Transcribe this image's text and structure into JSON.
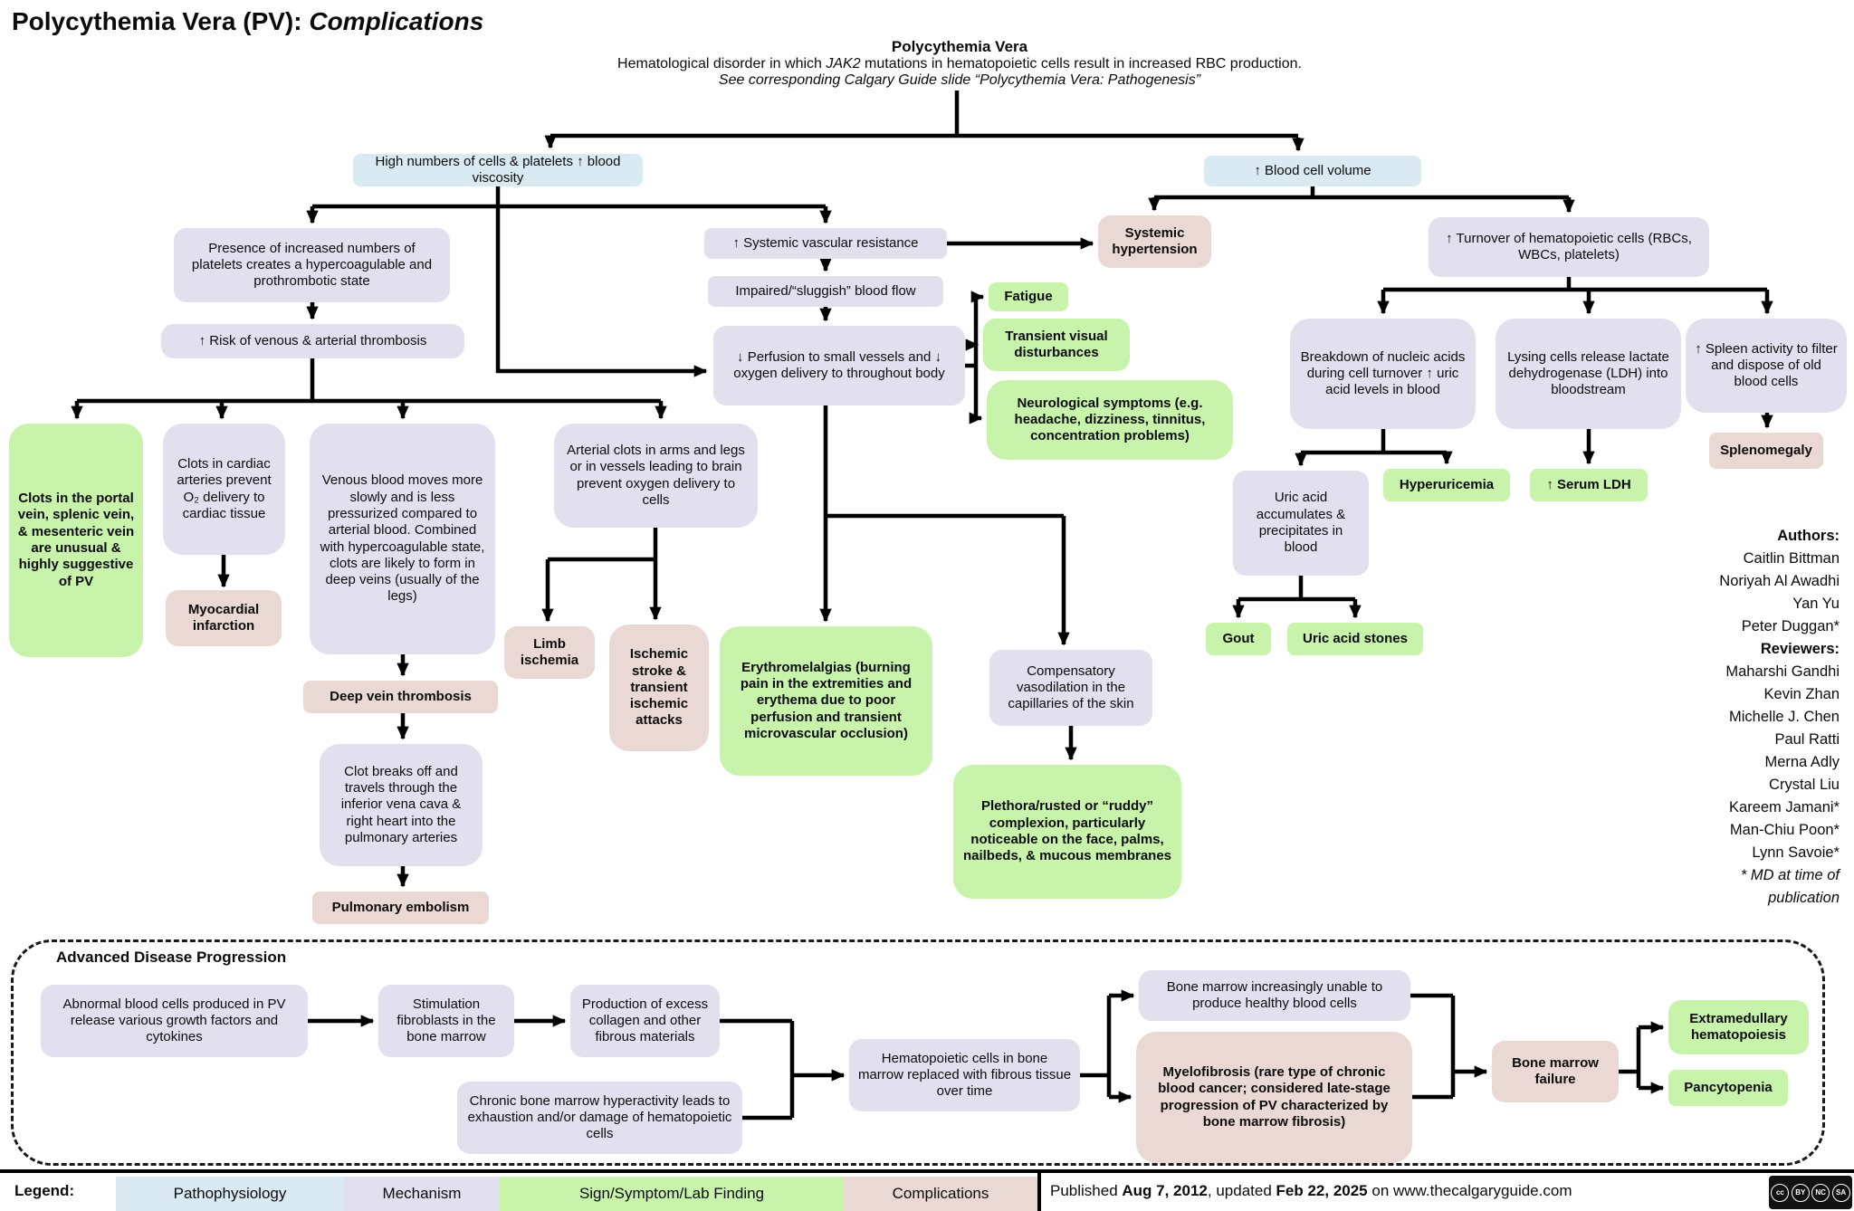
{
  "title": {
    "main": "Polycythemia Vera (PV): ",
    "emph": "Complications"
  },
  "header": {
    "heading": "Polycythemia Vera",
    "desc_pre": "Hematological disorder in which ",
    "desc_gene": "JAK2",
    "desc_post": " mutations in hematopoietic cells result in increased RBC production.",
    "note": "See corresponding Calgary Guide slide “Polycythemia Vera: Pathogenesis”"
  },
  "colors": {
    "pathophysiology": "#daeaf3",
    "mechanism": "#e2dfee",
    "sign_symptom_lab_finding": "#c7f3ab",
    "complications": "#e9d8d4",
    "line": "#000000"
  },
  "nodes": {
    "high_numbers": {
      "label": "High numbers of cells & platelets ↑ blood viscosity"
    },
    "blood_volume": {
      "label": "↑ Blood cell volume"
    },
    "presence": {
      "label": "Presence of increased numbers of platelets creates a hypercoagulable and prothrombotic state"
    },
    "risk": {
      "label": "↑ Risk of venous & arterial thrombosis"
    },
    "clots_portal": {
      "label": "Clots in the portal vein, splenic vein, & mesenteric vein are unusual & highly suggestive of PV"
    },
    "clots_cardiac": {
      "label": "Clots in cardiac arteries prevent O₂ delivery to cardiac tissue"
    },
    "mi": {
      "label": "Myocardial infarction"
    },
    "venous_blood": {
      "label": "Venous blood moves more slowly and is less pressurized compared to arterial blood. Combined with hypercoagulable state, clots are likely to form in deep veins (usually of the legs)"
    },
    "dvt": {
      "label": "Deep vein thrombosis"
    },
    "clot_breaks": {
      "label": "Clot breaks off and travels through the inferior vena cava & right heart into the pulmonary arteries"
    },
    "pe": {
      "label": "Pulmonary embolism"
    },
    "arterial": {
      "label": "Arterial clots in arms and legs or in vessels leading to brain prevent oxygen delivery to cells"
    },
    "limb": {
      "label": "Limb ischemia"
    },
    "stroke": {
      "label": "Ischemic stroke & transient ischemic attacks"
    },
    "erythro": {
      "label": "Erythromelalgias (burning pain in the extremities and erythema due to poor perfusion and transient microvascular occlusion)"
    },
    "svr": {
      "label": "↑ Systemic vascular resistance"
    },
    "impaired": {
      "label": "Impaired/“sluggish” blood flow"
    },
    "perfusion": {
      "label": "↓ Perfusion to small vessels and ↓ oxygen delivery to throughout body"
    },
    "hypertension": {
      "label": "Systemic hypertension"
    },
    "fatigue": {
      "label": "Fatigue"
    },
    "transient": {
      "label": "Transient visual disturbances"
    },
    "neuro": {
      "label": "Neurological symptoms (e.g. headache, dizziness, tinnitus, concentration problems)"
    },
    "compensatory": {
      "label": "Compensatory vasodilation in the capillaries of the skin"
    },
    "plethora": {
      "label": "Plethora/rusted or “ruddy” complexion, particularly noticeable on the face, palms, nailbeds, & mucous membranes"
    },
    "turnover": {
      "label": "↑ Turnover of hematopoietic cells (RBCs, WBCs, platelets)"
    },
    "breakdown": {
      "label": "Breakdown of nucleic acids during cell turnover ↑ uric acid levels in blood"
    },
    "lysing": {
      "label": "Lysing cells release lactate dehydrogenase (LDH) into bloodstream"
    },
    "spleen": {
      "label": "↑ Spleen activity to filter and dispose of old blood cells"
    },
    "splenomegaly": {
      "label": "Splenomegaly"
    },
    "uric_acid": {
      "label": "Uric acid accumulates & precipitates in blood"
    },
    "hyperuricemia": {
      "label": "Hyperuricemia"
    },
    "serum_ldh": {
      "label": "↑ Serum LDH"
    },
    "gout": {
      "label": "Gout"
    },
    "stones": {
      "label": "Uric acid stones"
    },
    "abnormal": {
      "label": "Abnormal blood cells produced in PV release various growth factors and cytokines"
    },
    "stim": {
      "label": "Stimulation fibroblasts in the bone marrow"
    },
    "collagen": {
      "label": "Production of excess collagen and other fibrous materials"
    },
    "chronic": {
      "label": "Chronic bone marrow hyperactivity leads to exhaustion and/or damage of hematopoietic cells"
    },
    "hemat_replaced": {
      "label": "Hematopoietic cells in bone marrow replaced with fibrous tissue over time"
    },
    "unable": {
      "label": "Bone marrow increasingly unable to produce healthy blood cells"
    },
    "myelofibrosis": {
      "label": "Myelofibrosis (rare type of chronic blood cancer; considered late-stage progression of PV characterized by bone marrow fibrosis)"
    },
    "bm_failure": {
      "label": "Bone marrow failure"
    },
    "extramedullary": {
      "label": "Extramedullary hematopoiesis"
    },
    "pancytopenia": {
      "label": "Pancytopenia"
    }
  },
  "advanced": {
    "title": "Advanced Disease Progression"
  },
  "credits": {
    "lines": [
      "Authors:",
      "Caitlin Bittman",
      "Noriyah Al Awadhi",
      "Yan Yu",
      "Peter Duggan*",
      "Reviewers:",
      "Maharshi Gandhi",
      "Kevin Zhan",
      "Michelle J. Chen",
      "Paul Ratti",
      "Merna Adly",
      "Crystal Liu",
      "Kareem Jamani*",
      "Man-Chiu Poon*",
      "Lynn Savoie*",
      "* MD at time of publication"
    ]
  },
  "legend": {
    "label": "Legend:",
    "items": [
      {
        "label": "Pathophysiology",
        "color": "#daeaf3"
      },
      {
        "label": "Mechanism",
        "color": "#e2dfee"
      },
      {
        "label": "Sign/Symptom/Lab Finding",
        "color": "#c7f3ab"
      },
      {
        "label": "Complications",
        "color": "#e9d8d4"
      }
    ]
  },
  "footer": {
    "pre": "Published ",
    "date1": "Aug 7, 2012",
    "mid": ", updated ",
    "date2": "Feb 22, 2025",
    "post": " on www.thecalgaryguide.com",
    "cc_parts": [
      "cc",
      "BY",
      "NC",
      "SA"
    ]
  }
}
